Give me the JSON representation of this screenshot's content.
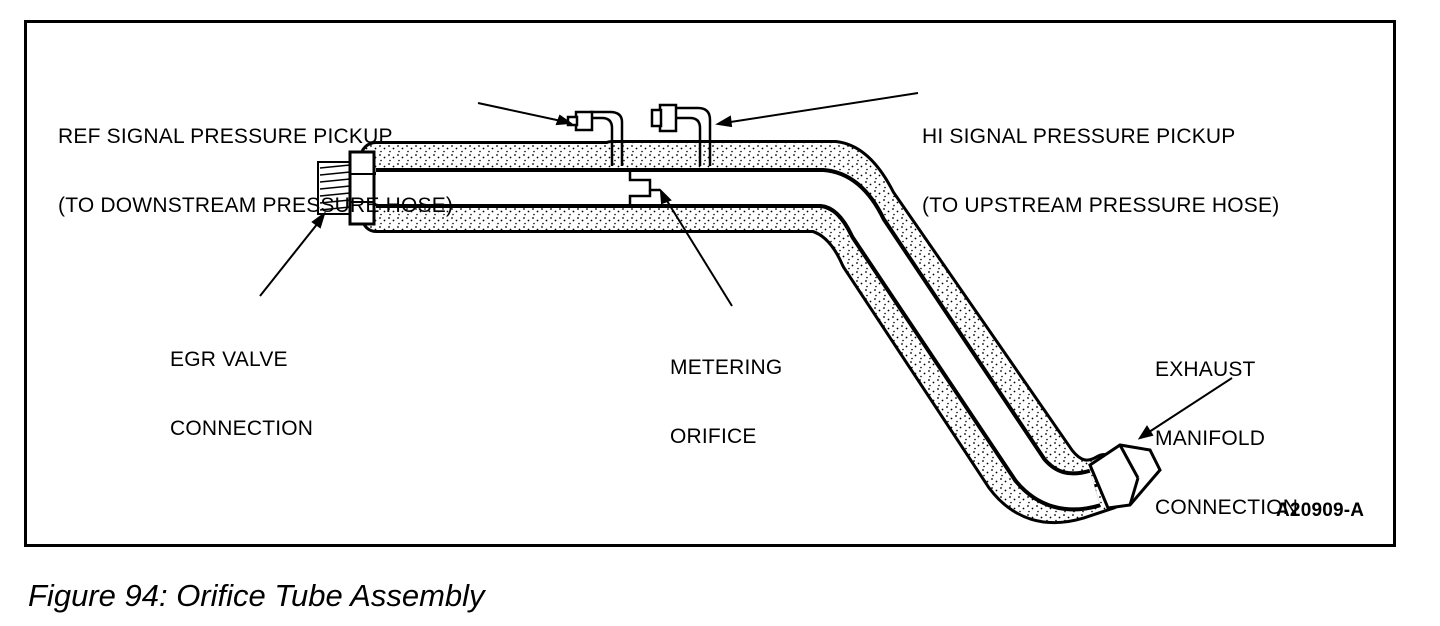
{
  "labels": {
    "ref_pickup": [
      "REF SIGNAL PRESSURE PICKUP",
      "(TO DOWNSTREAM PRESSURE HOSE)"
    ],
    "hi_pickup": [
      "HI SIGNAL PRESSURE PICKUP",
      "(TO UPSTREAM PRESSURE HOSE)"
    ],
    "egr_valve": [
      "EGR VALVE",
      "CONNECTION"
    ],
    "metering_orifice": [
      "METERING",
      "ORIFICE"
    ],
    "exhaust_manifold": [
      "EXHAUST",
      "MANIFOLD",
      "CONNECTION"
    ],
    "figure_code": "A20909-A"
  },
  "caption": "Figure 94: Orifice Tube Assembly",
  "colors": {
    "ink": "#000000",
    "paper": "#ffffff"
  }
}
